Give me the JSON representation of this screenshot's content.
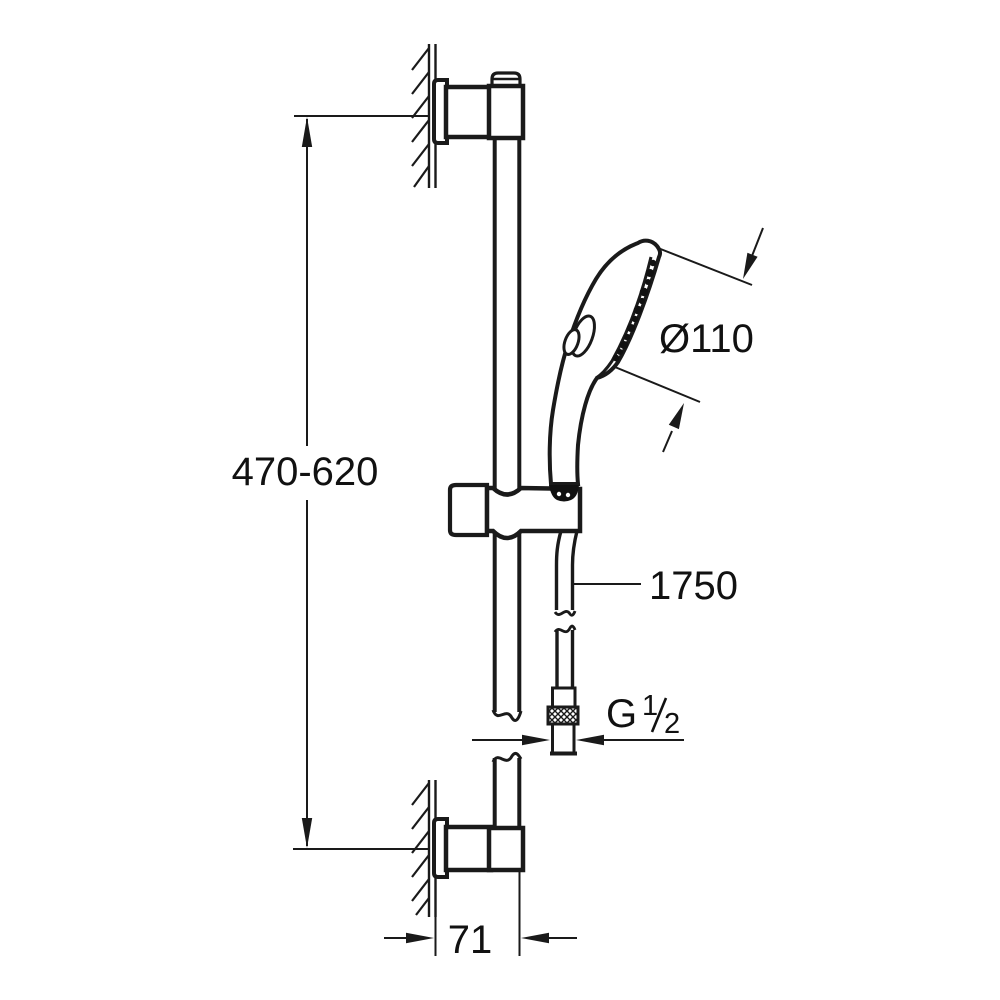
{
  "drawing": {
    "title": "shower rail set technical dimension drawing",
    "colors": {
      "line": "#1a1a1a",
      "background": "#ffffff"
    },
    "labels": {
      "bar_height_range": "470-620",
      "head_diameter": "Ø110",
      "hose_length": "1750",
      "thread": {
        "letter": "G",
        "numerator": "1",
        "denominator": "2"
      },
      "wall_offset": "71"
    }
  }
}
